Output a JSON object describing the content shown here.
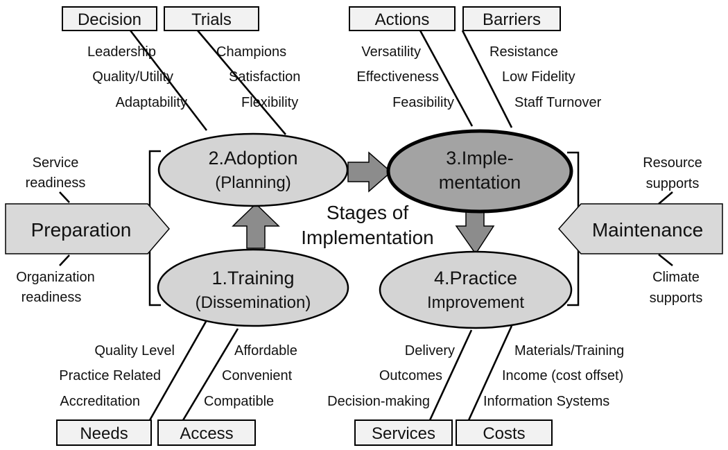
{
  "center_title": [
    "Stages of",
    "Implementation"
  ],
  "stages": {
    "adoption": [
      "2.Adoption",
      "(Planning)"
    ],
    "implementation": [
      "3.Imple-",
      "mentation"
    ],
    "training": [
      "1.Training",
      "(Dissemination)"
    ],
    "practice": [
      "4.Practice",
      "Improvement"
    ]
  },
  "side_blocks": {
    "preparation": "Preparation",
    "maintenance": "Maintenance"
  },
  "side_labels": {
    "service_readiness": [
      "Service",
      "readiness"
    ],
    "organization_readiness": [
      "Organization",
      "readiness"
    ],
    "resource_supports": [
      "Resource",
      "supports"
    ],
    "climate_supports": [
      "Climate",
      "supports"
    ]
  },
  "top_boxes": {
    "decision": "Decision",
    "trials": "Trials",
    "actions": "Actions",
    "barriers": "Barriers"
  },
  "bottom_boxes": {
    "needs": "Needs",
    "access": "Access",
    "services": "Services",
    "costs": "Costs"
  },
  "factors": {
    "decision": [
      "Leadership",
      "Quality/Utility",
      "Adaptability"
    ],
    "trials": [
      "Champions",
      "Satisfaction",
      "Flexibility"
    ],
    "actions": [
      "Versatility",
      "Effectiveness",
      "Feasibility"
    ],
    "barriers": [
      "Resistance",
      "Low Fidelity",
      "Staff Turnover"
    ],
    "needs": [
      "Quality Level",
      "Practice Related",
      "Accreditation"
    ],
    "access": [
      "Affordable",
      "Convenient",
      "Compatible"
    ],
    "services": [
      "Delivery",
      "Outcomes",
      "Decision-making"
    ],
    "costs": [
      "Materials/Training",
      "Income (cost offset)",
      "Information Systems"
    ]
  }
}
